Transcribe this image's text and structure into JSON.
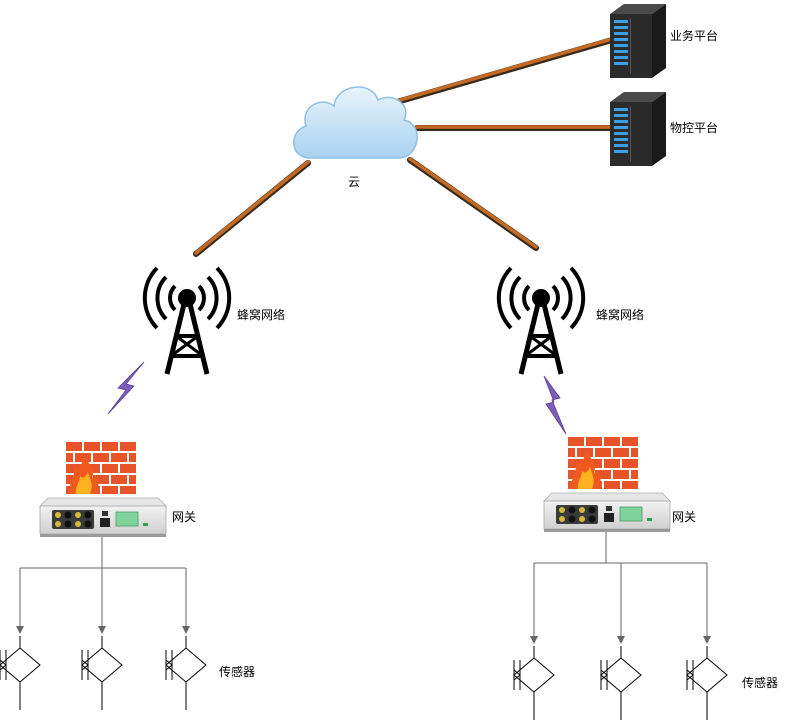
{
  "diagram": {
    "platform_business": "业务平台",
    "platform_iot": "物控平台",
    "cloud": "云",
    "cellular_left": "蜂窝网络",
    "cellular_right": "蜂窝网络",
    "gateway_left": "网关",
    "gateway_right": "网关",
    "sensor_left": "传感器",
    "sensor_right": "传感器"
  },
  "colors": {
    "link": "#c46a24",
    "link_shadow": "#3a2a1a",
    "server_body": "#2b2b2b",
    "server_led": "#3aa0e8",
    "cloud_fill": "#cfe6f7",
    "firewall_brick": "#e8542a",
    "lightning": "#7c5fb8",
    "wire": "#666666"
  }
}
